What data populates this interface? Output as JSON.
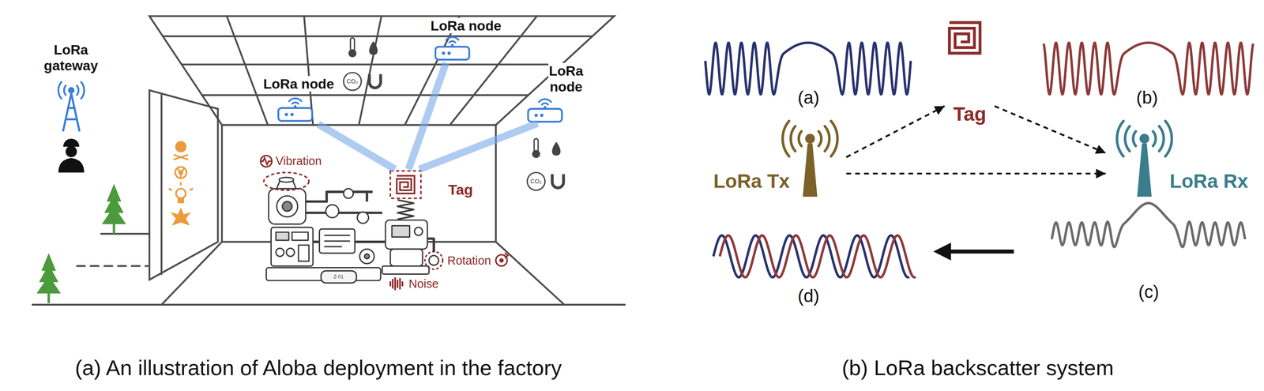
{
  "diagram": {
    "nodes": [
      {
        "text": [
          "LoRa gateway"
        ]
      },
      {
        "text": [
          "LoRa node"
        ]
      },
      {
        "text": [
          "LoRa node"
        ]
      },
      {
        "text": [
          "LoRa node"
        ]
      },
      {
        "text": [
          "Tag"
        ]
      },
      {
        "text": [
          "LoRa Tx"
        ]
      },
      {
        "text": [
          "Tag"
        ]
      },
      {
        "text": [
          "LoRa Rx"
        ]
      }
    ],
    "edges": [
      {
        "from": 1,
        "to": 4,
        "arrow": "none"
      },
      {
        "from": 2,
        "to": 4,
        "arrow": "none"
      },
      {
        "from": 3,
        "to": 4,
        "arrow": "none"
      },
      {
        "from": 5,
        "to": 6,
        "arrow": "to"
      },
      {
        "from": 6,
        "to": 7,
        "arrow": "to"
      },
      {
        "from": 5,
        "to": 7,
        "arrow": "to"
      }
    ],
    "labels": [
      "Vibration",
      "Rotation",
      "Noise",
      "CO₂",
      "CO₂",
      "Z-01",
      "(a)",
      "(b)",
      "(c)",
      "(d)",
      "(a) An illustration of Aloba deployment in the factory",
      "(b) LoRa backscatter system"
    ]
  }
}
